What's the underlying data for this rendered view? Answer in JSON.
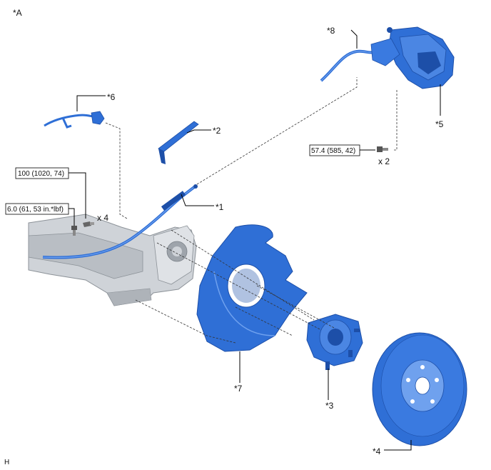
{
  "view_label": "*A",
  "corner_label": "H",
  "colors": {
    "part_blue": "#2f6fd6",
    "part_dark": "#1d4fa8",
    "part_light": "#6fa1ee",
    "carrier_gray": "#cfd3d8",
    "carrier_dark": "#9ea4ab"
  },
  "callouts": {
    "c1": "*1",
    "c2": "*2",
    "c3": "*3",
    "c4": "*4",
    "c5": "*5",
    "c6": "*6",
    "c7": "*7",
    "c8": "*8"
  },
  "torques": {
    "t1": "100 (1020, 74)",
    "t2": "6.0 (61, 53 in.*lbf)",
    "t3": "57.4 (585, 42)"
  },
  "quantities": {
    "q1": "x 4",
    "q2": "x 2"
  }
}
